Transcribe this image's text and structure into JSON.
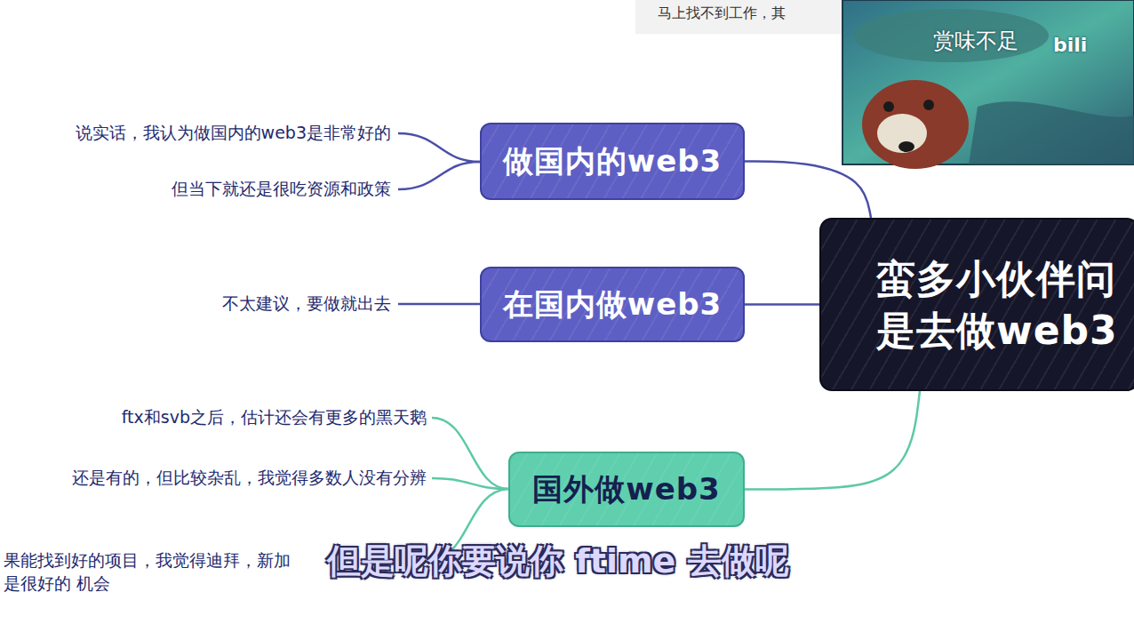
{
  "diagram": {
    "nodes": [
      {
        "text": [
          "蛮多小伙伴问 是去做web3"
        ]
      },
      {
        "text": [
          "做国内的web3"
        ]
      },
      {
        "text": [
          "在国内做web3"
        ]
      },
      {
        "text": [
          "国外做web3"
        ]
      }
    ],
    "edges": [
      {
        "from": 0,
        "to": 1,
        "arrow": "none"
      },
      {
        "from": 0,
        "to": 2,
        "arrow": "none"
      },
      {
        "from": 0,
        "to": 3,
        "arrow": "none"
      }
    ],
    "labels": [
      "马上找不到工作，其",
      "赏味不足",
      "bili",
      "说实话，我认为做国内的web3是非常好的",
      "但当下就还是很吃资源和政策",
      "不太建议，要做就出去",
      "ftx和svb之后，估计还会有更多的黑天鹅",
      "还是有的，但比较杂乱，我觉得多数人没有分辨",
      "果能找到好的项目，我觉得迪拜，新加 是很好的 机会",
      "但是呢你要说你 ftime 去做呢"
    ]
  }
}
